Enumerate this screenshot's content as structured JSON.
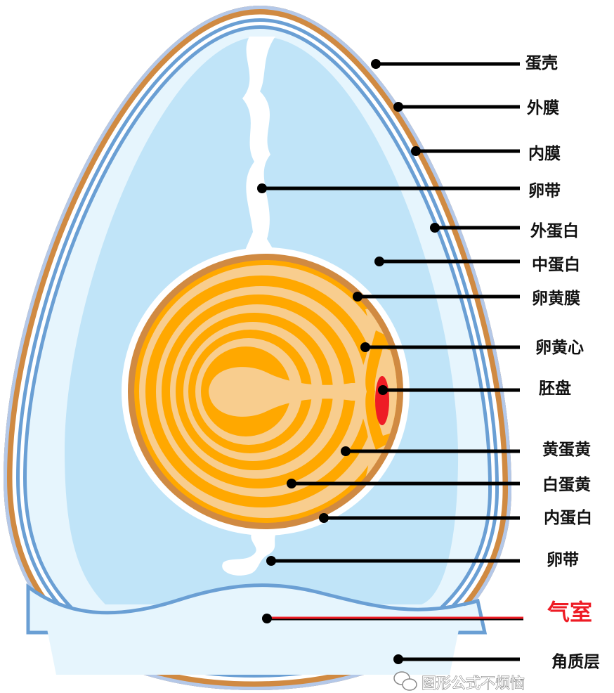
{
  "labels": {
    "shell": "蛋壳",
    "outer_membrane": "外膜",
    "inner_membrane": "内膜",
    "chalaza_top": "卵带",
    "outer_albumen": "外蛋白",
    "middle_albumen": "中蛋白",
    "vitelline_membrane": "卵黄膜",
    "latebra": "卵黄心",
    "germinal_disc": "胚盘",
    "yellow_yolk": "黄蛋黄",
    "white_yolk": "白蛋黄",
    "inner_albumen": "内蛋白",
    "chalaza_bottom": "卵带",
    "air_cell": "气室",
    "cuticle": "角质层"
  },
  "watermark": "图形公式不烦恼",
  "colors": {
    "shell_outer": "#b4c8e8",
    "shell": "#d08a42",
    "membrane": "#6a9fd4",
    "albumen_outer": "#e6f5fd",
    "albumen_inner": "#c0e4f8",
    "yolk_dark": "#ffa800",
    "yolk_light": "#f8cd8e",
    "germinal_disc": "#ee1c25",
    "air_cell_highlight": "#ee1c25"
  }
}
